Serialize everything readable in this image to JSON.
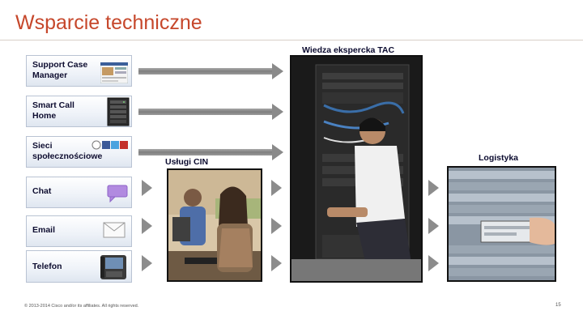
{
  "slide": {
    "title": "Wsparcie techniczne"
  },
  "channels": [
    {
      "label": "Support Case Manager",
      "icon": "screenshot-thumbnail-icon"
    },
    {
      "label": "Smart Call Home",
      "icon": "router-chassis-icon"
    },
    {
      "label": "Sieci społecznościowe",
      "icon": "social-media-icons"
    },
    {
      "label": "Chat",
      "icon": "chat-bubble-icon"
    },
    {
      "label": "Email",
      "icon": "envelope-icon"
    },
    {
      "label": "Telefon",
      "icon": "ip-phone-icon"
    }
  ],
  "photos": {
    "cin": {
      "label": "Usługi CIN"
    },
    "tac": {
      "label": "Wiedza ekspercka TAC"
    },
    "logistics": {
      "label": "Logistyka"
    }
  },
  "footer": {
    "copyright": "© 2013-2014 Cisco and/or its affiliates. All rights reserved.",
    "page": "15"
  },
  "colors": {
    "title": "#c6472b",
    "arrow": "#8a8a8a",
    "label": "#0b0b2f"
  }
}
